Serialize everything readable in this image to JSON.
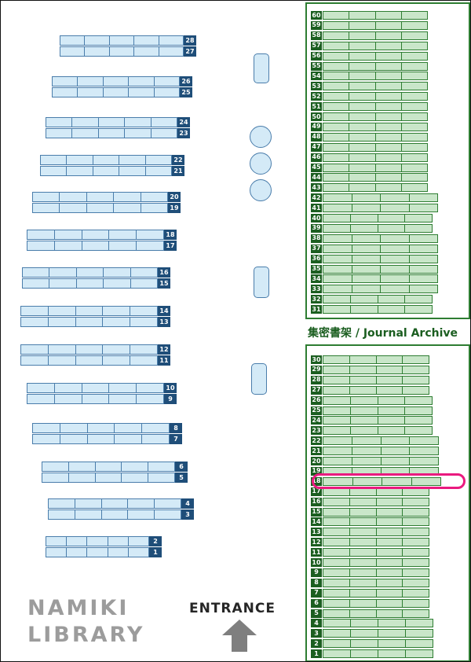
{
  "title": {
    "line1": "NAMIKI",
    "line2": "LIBRARY"
  },
  "entrance": {
    "label": "ENTRANCE"
  },
  "archive": {
    "label": "集密書架 / Journal Archive",
    "upper_rows": [
      60,
      59,
      58,
      57,
      56,
      55,
      54,
      53,
      52,
      51,
      50,
      49,
      48,
      47,
      46,
      45,
      44,
      43,
      42,
      41,
      40,
      39,
      38,
      37,
      36,
      35,
      34,
      33,
      32,
      31
    ],
    "lower_rows": [
      30,
      29,
      28,
      27,
      26,
      25,
      24,
      23,
      22,
      21,
      20,
      19,
      18,
      17,
      16,
      15,
      14,
      13,
      12,
      11,
      10,
      9,
      8,
      7,
      6,
      5,
      4,
      3,
      2,
      1
    ],
    "highlighted_row": 18
  },
  "left_shelves": {
    "pairs": [
      [
        28,
        27
      ],
      [
        26,
        25
      ],
      [
        24,
        23
      ],
      [
        22,
        21
      ],
      [
        20,
        19
      ],
      [
        18,
        17
      ],
      [
        16,
        15
      ],
      [
        14,
        13
      ],
      [
        12,
        11
      ],
      [
        10,
        9
      ],
      [
        8,
        7
      ],
      [
        6,
        5
      ],
      [
        4,
        3
      ],
      [
        2,
        1
      ]
    ],
    "cells_per_bar": 5
  },
  "icons": {
    "pillar": "rounded-rectangle",
    "round_table": "circle",
    "entrance_arrow": "up-block-arrow"
  },
  "colors": {
    "blue_fill": "#d4eaf7",
    "blue_border": "#4a7dab",
    "blue_badge": "#1f4e79",
    "green_fill": "#c9e6c9",
    "green_border": "#2e7d32",
    "green_badge": "#1b5e20",
    "highlight": "#ea1a7f",
    "title_gray": "#9c9c9c",
    "arrow_gray": "#7f7f7f",
    "entrance_text": "#262626",
    "label_green": "#1b5e20"
  }
}
